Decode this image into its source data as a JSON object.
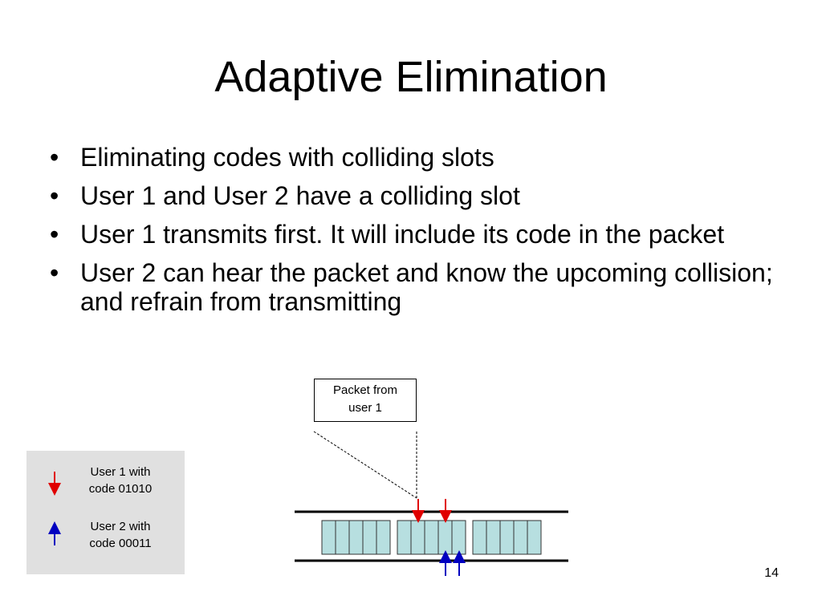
{
  "slide": {
    "title": "Adaptive Elimination",
    "bullets": [
      "Eliminating codes with colliding slots",
      "User 1 and User 2 have a colliding slot",
      "User 1 transmits first. It will include its code in the packet",
      "User 2 can hear the packet and know the upcoming collision; and refrain from transmitting"
    ],
    "bullet_char": "•",
    "page_number": "14"
  },
  "diagram": {
    "callout": [
      "Packet from",
      "user 1"
    ],
    "legend": {
      "user1": [
        "User 1 with",
        "code 01010"
      ],
      "user2": [
        "User 2 with",
        "code 00011"
      ]
    },
    "colors": {
      "user1_arrow": "#e00000",
      "user2_arrow": "#0000c0",
      "slot_fill": "#b7dfe0",
      "legend_bg": "#e0e0e0"
    },
    "slot_groups": 3,
    "slots_per_group": 5
  }
}
